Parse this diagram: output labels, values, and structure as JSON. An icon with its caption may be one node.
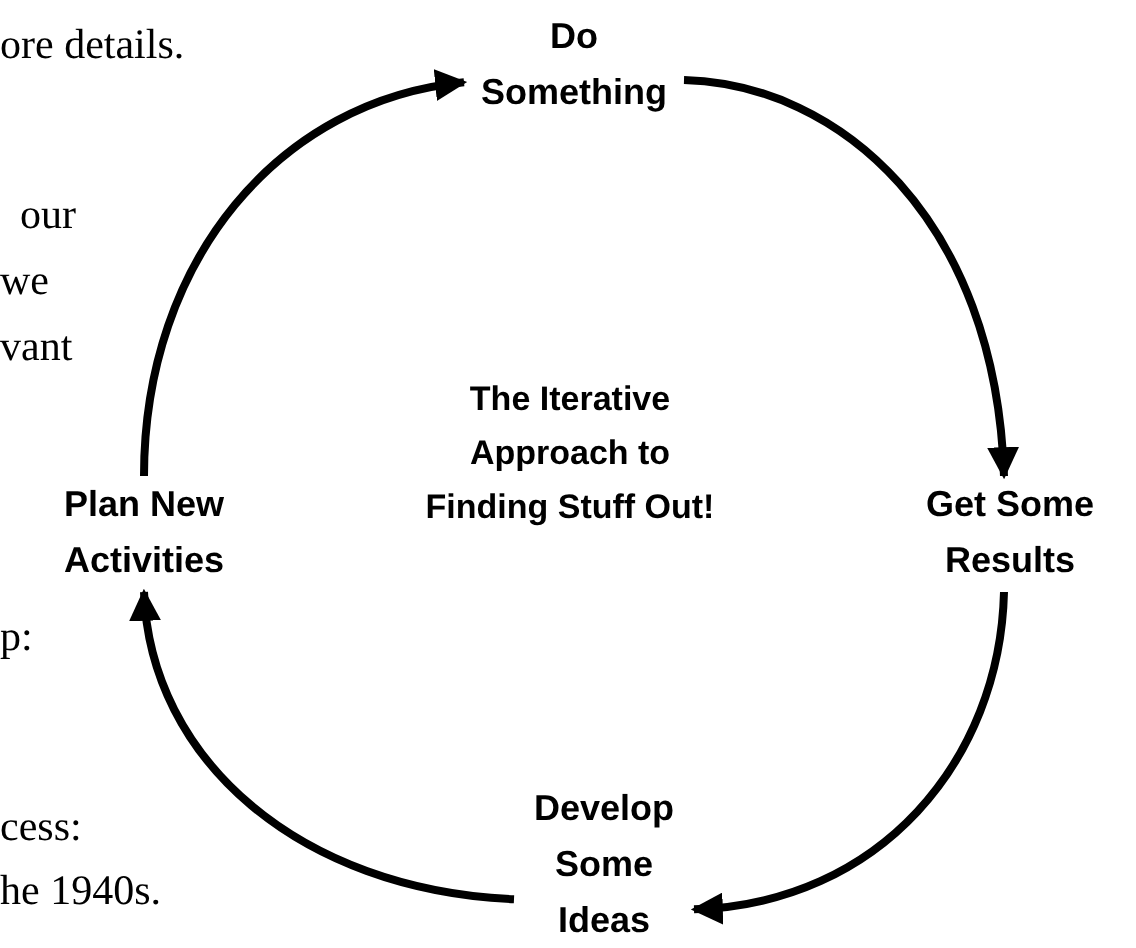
{
  "diagram": {
    "title": "The Iterative Approach to Finding Stuff Out!",
    "nodes": [
      {
        "text": [
          "Do Something"
        ]
      },
      {
        "text": [
          "Get Some Results"
        ]
      },
      {
        "text": [
          "Develop Some Ideas"
        ]
      },
      {
        "text": [
          "Plan New Activities"
        ]
      }
    ],
    "edges": [
      {
        "from": 3,
        "to": 0,
        "arrow": "to"
      },
      {
        "from": 0,
        "to": 1,
        "arrow": "to"
      },
      {
        "from": 1,
        "to": 2,
        "arrow": "to"
      },
      {
        "from": 2,
        "to": 3,
        "arrow": "to"
      }
    ],
    "labels": [
      "ore details.",
      "our",
      "we",
      "vant",
      "p:",
      "cess:",
      "he 1940s."
    ]
  }
}
